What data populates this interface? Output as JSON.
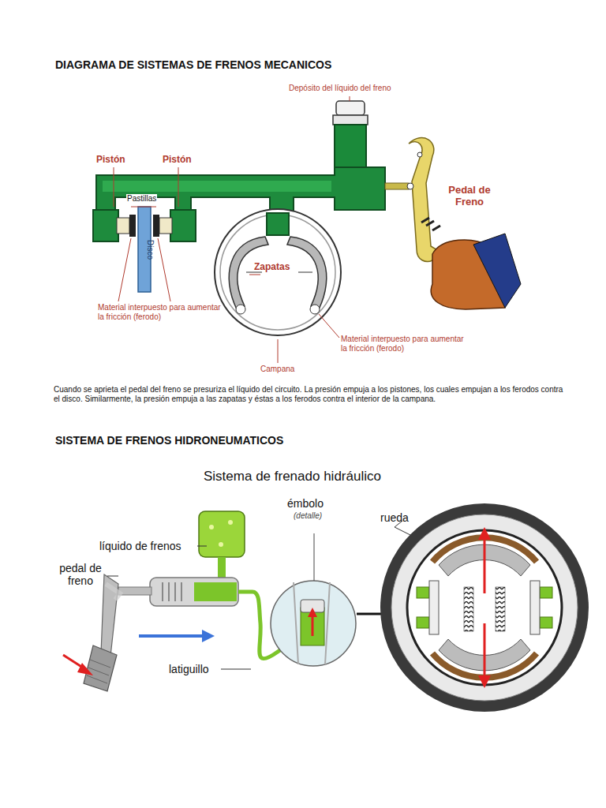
{
  "diagram": {
    "title": "DIAGRAMA DE SISTEMAS DE FRENOS MECANICOS",
    "caption": "Cuando se aprieta el pedal del freno se presuriza el líquido del circuito. La presión empuja a los pistones, los cuales empujan a los ferodos contra el disco. Similarmente, la presión empuja a las zapatas y éstas a los ferodos contra el interior de la campana.",
    "labels": [
      "Depósito del líquido del freno",
      "Pistón",
      "Pistón",
      "Pastillas",
      "Disco",
      "Zapatas",
      "Pedal de Freno",
      "Material interpuesto para aumentar la fricción (ferodo)",
      "Material interpuesto para aumentar la fricción (ferodo)",
      "Campana",
      "SISTEMA DE FRENOS HIDRONEUMATICOS",
      "Sistema de frenado hidráulico",
      "líquido de frenos",
      "émbolo",
      "(detalle)",
      "rueda",
      "pedal de freno",
      "latiguillo"
    ]
  }
}
